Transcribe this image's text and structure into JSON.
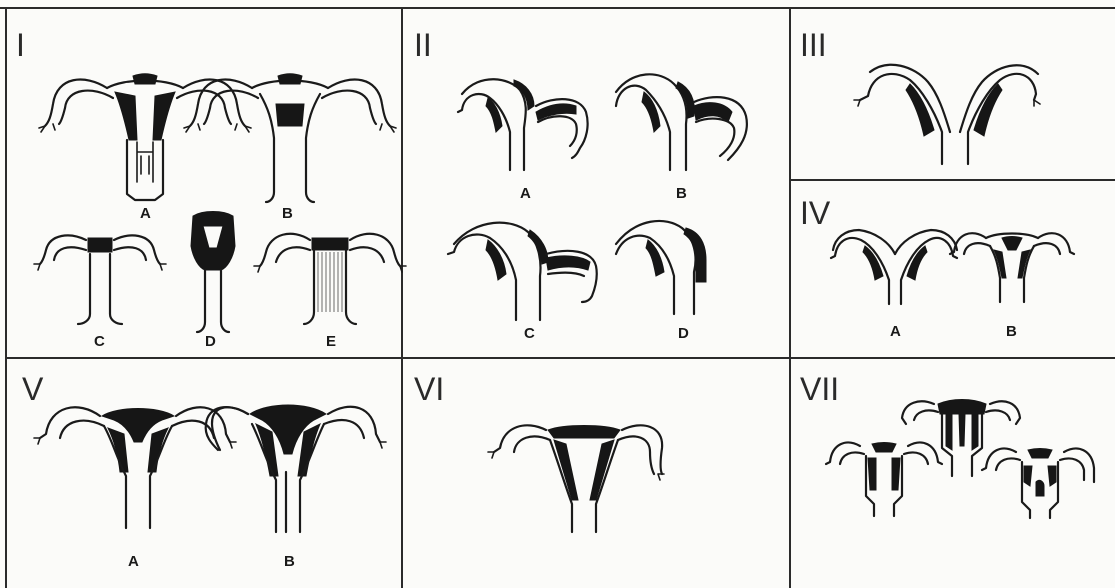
{
  "panels": {
    "p1": {
      "label": "I",
      "sub": [
        "A",
        "B",
        "C",
        "D",
        "E"
      ]
    },
    "p2": {
      "label": "II",
      "sub": [
        "A",
        "B",
        "C",
        "D"
      ]
    },
    "p3": {
      "label": "III"
    },
    "p4": {
      "label": "IV",
      "sub": [
        "A",
        "B"
      ]
    },
    "p5": {
      "label": "V",
      "sub": [
        "A",
        "B"
      ]
    },
    "p6": {
      "label": "VI"
    },
    "p7": {
      "label": "VII"
    }
  }
}
